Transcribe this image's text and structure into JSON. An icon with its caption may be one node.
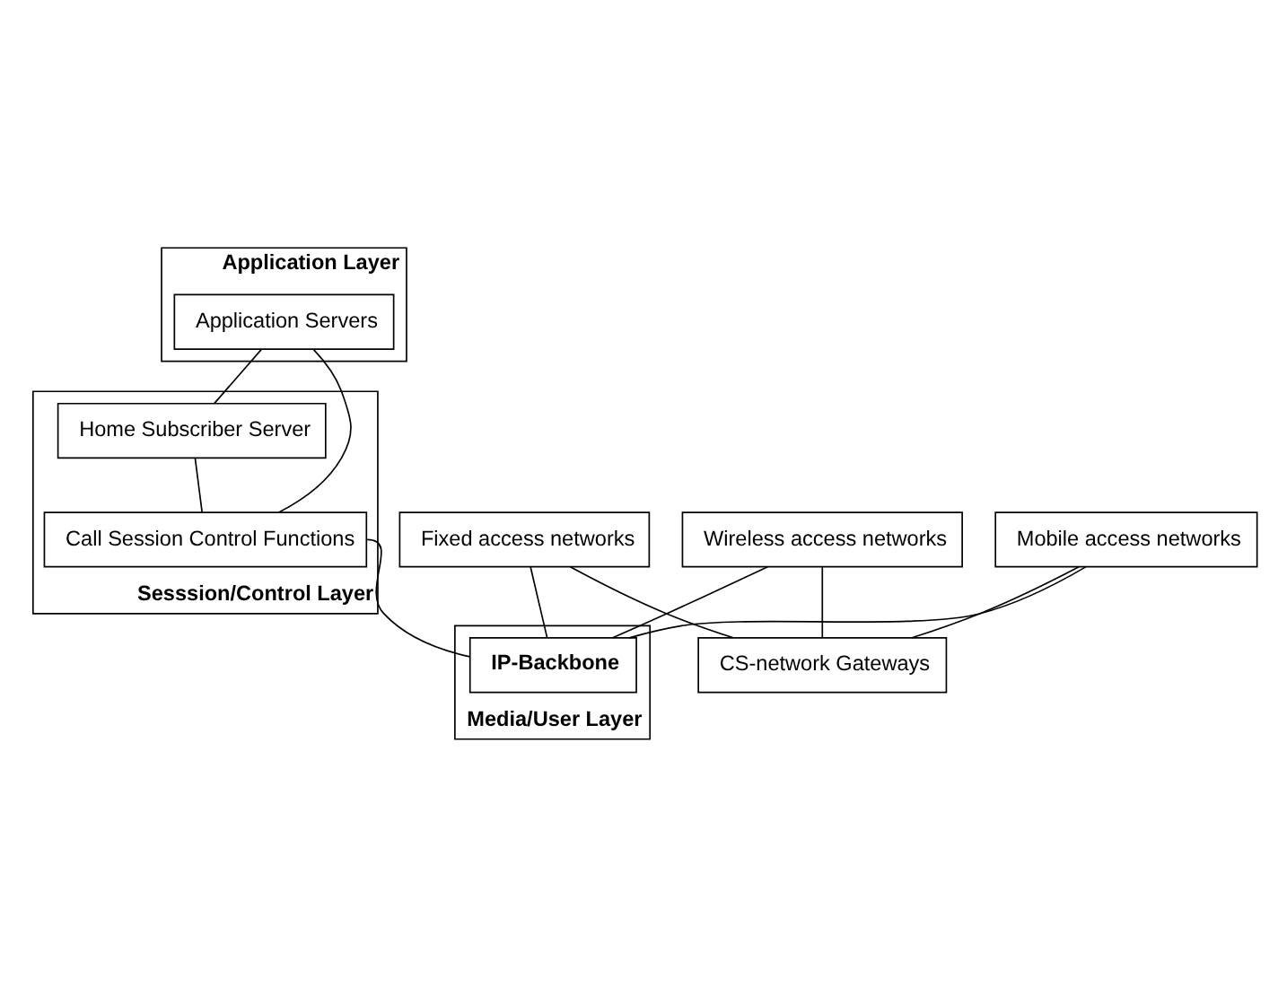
{
  "diagram": {
    "nodes": [
      {
        "text": [
          "Application Layer"
        ]
      },
      {
        "text": [
          "Application Servers"
        ],
        "in": 0
      },
      {
        "text": [
          "Sesssion/Control Layer"
        ]
      },
      {
        "text": [
          "Home Subscriber Server"
        ],
        "in": 2
      },
      {
        "text": [
          "Call Session Control Functions"
        ],
        "in": 2
      },
      {
        "text": [
          "Media/User Layer"
        ]
      },
      {
        "text": [
          "Fixed access networks"
        ]
      },
      {
        "text": [
          "IP-Backbone"
        ],
        "in": 5
      },
      {
        "text": [
          "Wireless access networks"
        ]
      },
      {
        "text": [
          "CS-network Gateways"
        ]
      },
      {
        "text": [
          "Mobile access networks"
        ]
      }
    ],
    "edges": [
      {
        "from": 1,
        "to": 3,
        "arrow": "none"
      },
      {
        "from": 1,
        "to": 4,
        "arrow": "none"
      },
      {
        "from": 3,
        "to": 4,
        "arrow": "none"
      },
      {
        "from": 4,
        "to": 7,
        "arrow": "none"
      },
      {
        "from": 6,
        "to": 7,
        "arrow": "none"
      },
      {
        "from": 6,
        "to": 9,
        "arrow": "none"
      },
      {
        "from": 8,
        "to": 7,
        "arrow": "none"
      },
      {
        "from": 8,
        "to": 9,
        "arrow": "none"
      },
      {
        "from": 10,
        "to": 7,
        "arrow": "none"
      },
      {
        "from": 10,
        "to": 9,
        "arrow": "none"
      }
    ]
  }
}
